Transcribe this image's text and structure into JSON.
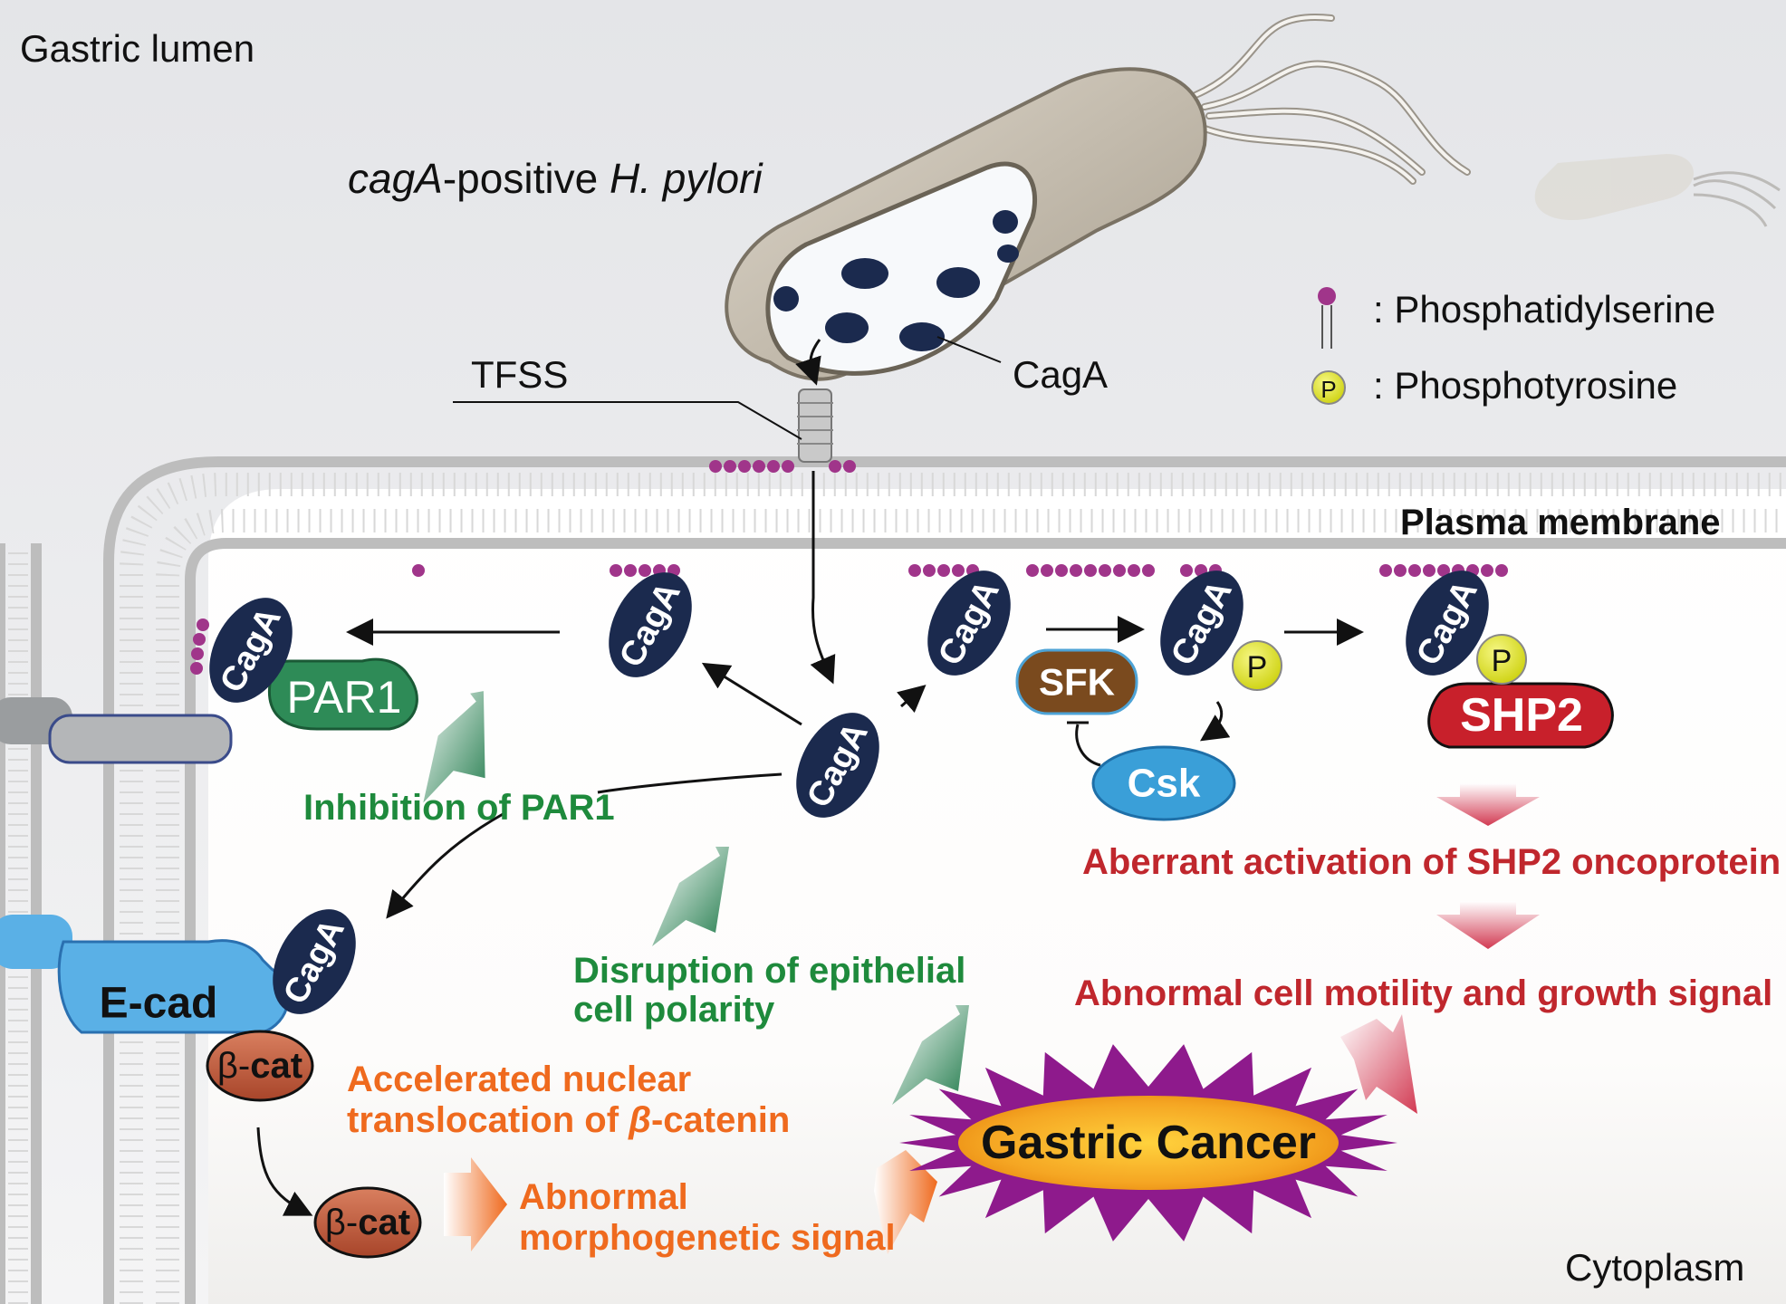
{
  "regions": {
    "lumen": "Gastric lumen",
    "membrane": "Plasma membrane",
    "cytoplasm": "Cytoplasm"
  },
  "bacterium": {
    "label_italic_1": "cagA",
    "label_plain": "-positive ",
    "label_italic_2": "H. pylori",
    "cagA_label": "CagA",
    "tfss_label": "TFSS"
  },
  "legend": {
    "phosphatidylserine": ": Phosphatidylserine",
    "phosphotyrosine": ": Phosphotyrosine",
    "p_symbol": "P"
  },
  "molecules": {
    "caga": "CagA",
    "par1": "PAR1",
    "sfk": "SFK",
    "csk": "Csk",
    "shp2": "SHP2",
    "ecad": "E-cad",
    "bcat_prefix": "β-",
    "bcat_suffix": "cat",
    "p": "P"
  },
  "effects": {
    "inhibition_par1": "Inhibition of PAR1",
    "disruption_1": "Disruption of epithelial",
    "disruption_2": "cell polarity",
    "aberrant_shp2": "Aberrant activation of SHP2 oncoprotein",
    "abnormal_motility": "Abnormal cell motility and growth signal",
    "accelerated_1": "Accelerated nuclear",
    "accelerated_2a": "translocation of ",
    "accelerated_2b": "β",
    "accelerated_2c": "-catenin",
    "abnormal_morph_1": "Abnormal",
    "abnormal_morph_2": "morphogenetic signal",
    "gastric_cancer": "Gastric Cancer"
  },
  "colors": {
    "caga_fill": "#1b2a4e",
    "par1_fill": "#2e8b57",
    "sfk_fill": "#7a4a1e",
    "csk_fill": "#3a9fd8",
    "shp2_fill": "#c8202b",
    "ecad_fill": "#4fa3dc",
    "bcat_fill": "#c0573a",
    "p_fill": "#e6e628",
    "ps_head": "#a0358a",
    "green_text": "#1e8a3c",
    "red_text": "#c0272d",
    "orange_text": "#ef6a1e",
    "cancer_star": "#8e1a8c",
    "cancer_core": "#f5b21a"
  }
}
